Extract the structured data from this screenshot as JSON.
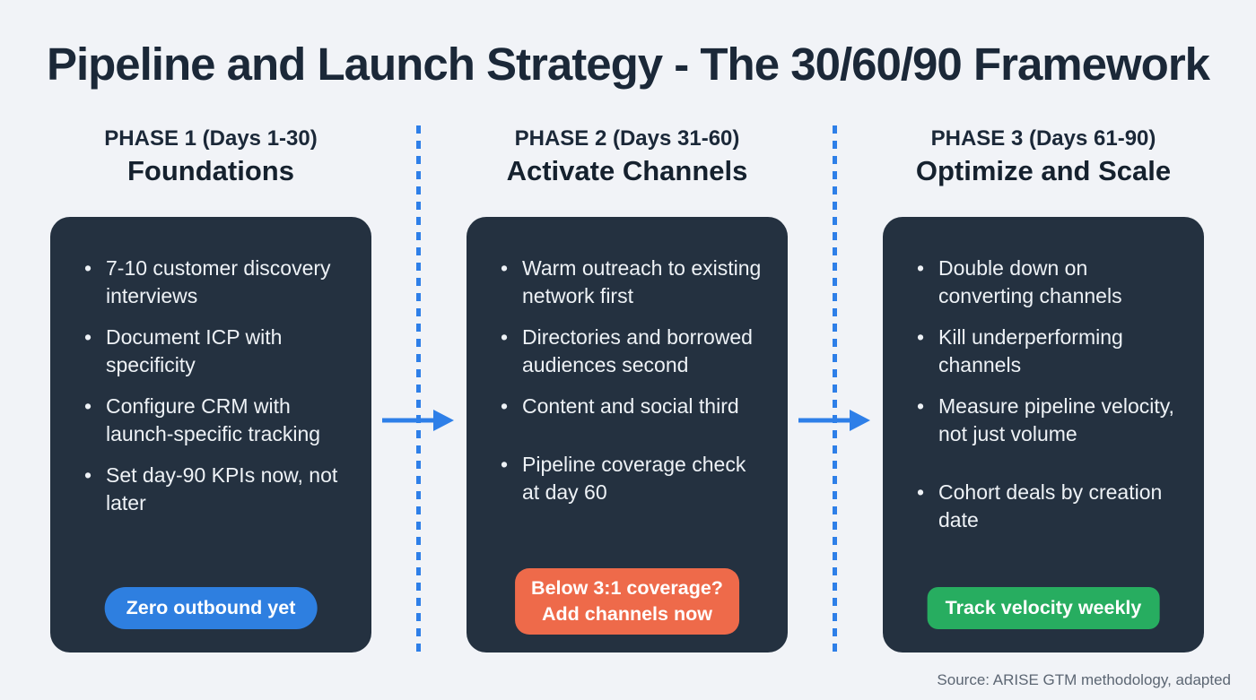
{
  "title": "Pipeline and Launch Strategy - The 30/60/90 Framework",
  "source": "Source: ARISE GTM methodology, adapted",
  "colors": {
    "background": "#f1f3f7",
    "card": "#243140",
    "heading": "#1b2838",
    "card_text": "#eef2f6",
    "accent_blue": "#2e7fe8",
    "badge_blue": "#2e7fe0",
    "badge_orange": "#ee6a4a",
    "badge_green": "#27ad60"
  },
  "phases": [
    {
      "label": "PHASE 1 (Days 1-30)",
      "name": "Foundations",
      "bullets": [
        "7-10 customer discovery interviews",
        "Document ICP with specificity",
        "Configure CRM with launch-specific tracking",
        "Set day-90 KPIs now, not later"
      ],
      "badge": {
        "lines": [
          "Zero outbound yet"
        ],
        "color": "#2e7fe0"
      }
    },
    {
      "label": "PHASE 2 (Days 31-60)",
      "name": "Activate Channels",
      "bullets": [
        "Warm outreach to existing network first",
        "Directories and borrowed audiences second",
        "Content and social third",
        "Pipeline coverage check at day 60"
      ],
      "badge": {
        "lines": [
          "Below 3:1 coverage?",
          "Add channels now"
        ],
        "color": "#ee6a4a"
      }
    },
    {
      "label": "PHASE 3 (Days 61-90)",
      "name": "Optimize and Scale",
      "bullets": [
        "Double down on converting channels",
        "Kill underperforming channels",
        "Measure pipeline velocity, not just volume",
        "Cohort deals by creation date"
      ],
      "badge": {
        "lines": [
          "Track velocity weekly"
        ],
        "color": "#27ad60"
      }
    }
  ]
}
